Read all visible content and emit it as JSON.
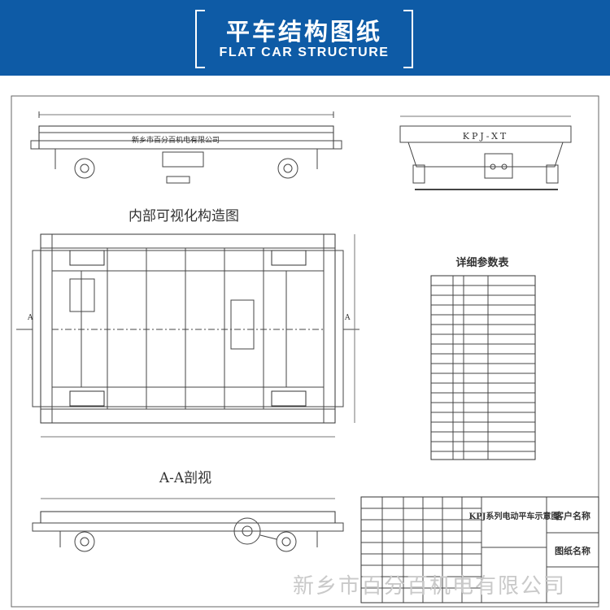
{
  "header": {
    "title_cn": "平车结构图纸",
    "title_en": "FLAT CAR STRUCTURE"
  },
  "drawing": {
    "side_view_plate": "新乡市百分百机电有限公司",
    "end_view_label": "KPJ-XT",
    "inner_view_title": "内部可视化构造图",
    "section_title": "A-A剖视",
    "section_mark": "A",
    "params_title": "详细参数表",
    "title_block": {
      "drawing_name": "KPJ系列电动平车示意图",
      "client_label": "客户名称",
      "drawing_label": "图纸名称"
    }
  },
  "watermark": "新乡市百分百机电有限公司"
}
